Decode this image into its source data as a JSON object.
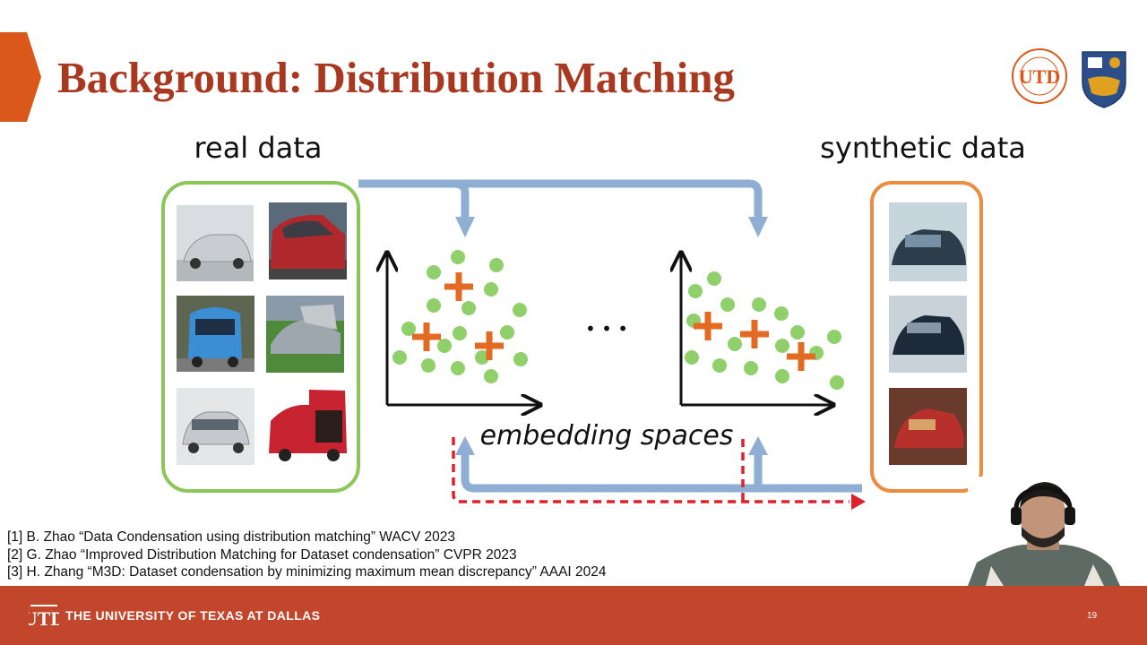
{
  "slide": {
    "title": "Background: Distribution Matching",
    "page_number": "19"
  },
  "logos": {
    "utd_seal_name": "UT Dallas seal",
    "crest_name": "university crest"
  },
  "diagram": {
    "real_label": "real data",
    "synthetic_label": "synthetic data",
    "embedding_label": "embedding spaces",
    "ellipsis": "• • •",
    "colors": {
      "real_border": "#8cc558",
      "synthetic_border": "#ed8b3f",
      "flow_arrow": "#8eaed3",
      "dashed_arrow": "#e0202a",
      "real_point": "#8fd06b",
      "synthetic_point": "#e36a22",
      "axis": "#111111"
    }
  },
  "references": [
    "[1] B. Zhao “Data Condensation using distribution matching” WACV 2023",
    "[2] G. Zhao “Improved Distribution Matching for Dataset condensation” CVPR 2023",
    "[3] H. Zhang “M3D: Dataset condensation by minimizing maximum mean discrepancy” AAAI 2024"
  ],
  "footer": {
    "university": "THE UNIVERSITY OF TEXAS AT DALLAS",
    "logo_text": "UTD"
  },
  "webcam": {
    "description": "presenter-webcam"
  }
}
